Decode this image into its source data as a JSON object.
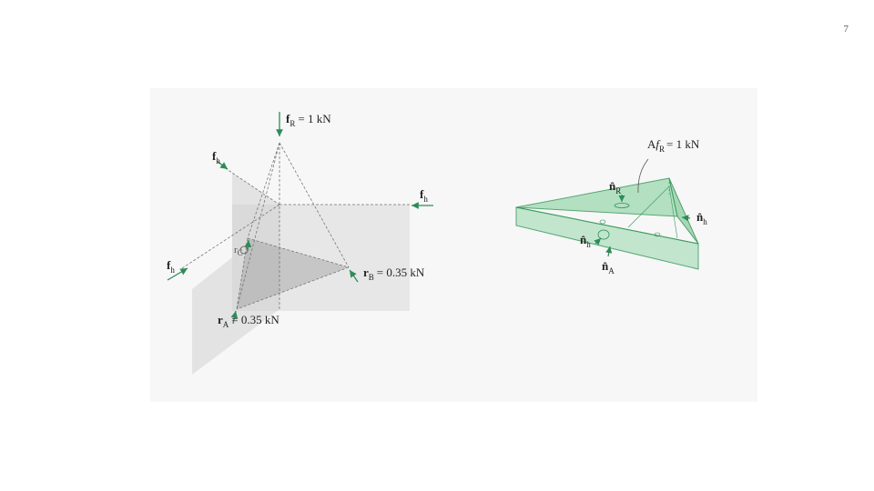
{
  "page_number": "7",
  "left_figure": {
    "fR": {
      "symbol": "f",
      "sub": "R",
      "value": "= 1 kN"
    },
    "fh_top_left": {
      "symbol": "f",
      "sub": "h"
    },
    "fh_right": {
      "symbol": "f",
      "sub": "h"
    },
    "fh_left": {
      "symbol": "f",
      "sub": "h"
    },
    "rC": {
      "symbol": "r",
      "sub": "C"
    },
    "rB": {
      "symbol": "r",
      "sub": "B",
      "value": "= 0.35 kN"
    },
    "rA": {
      "symbol": "r",
      "sub": "A",
      "value": "= 0.35 kN"
    }
  },
  "right_figure": {
    "area_force": {
      "prefix": "A",
      "symbol": "f",
      "sub": "R",
      "value": "= 1 kN"
    },
    "nR": {
      "symbol": "n̂",
      "sub": "R"
    },
    "nh_right": {
      "symbol": "n̂",
      "sub": "h"
    },
    "nh_left": {
      "symbol": "n̂",
      "sub": "h"
    },
    "nA": {
      "symbol": "n̂",
      "sub": "A"
    }
  },
  "colors": {
    "force_arrow": "#2e8b57",
    "solid_fill": "#a8dcb8",
    "solid_edge": "#3a9a5c",
    "plane_gray": "#c8c8c8"
  }
}
